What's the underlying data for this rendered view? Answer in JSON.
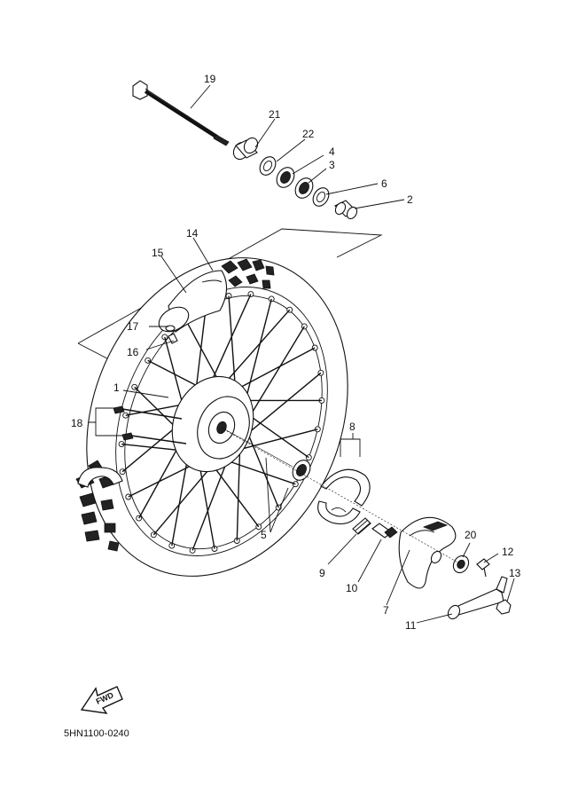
{
  "diagram": {
    "code": "5HN1100-0240",
    "fwd_label": "FWD",
    "callouts": [
      "1",
      "2",
      "3",
      "4",
      "5",
      "6",
      "7",
      "8",
      "9",
      "10",
      "11",
      "12",
      "13",
      "14",
      "15",
      "16",
      "17",
      "18",
      "19",
      "20",
      "21",
      "22"
    ]
  }
}
